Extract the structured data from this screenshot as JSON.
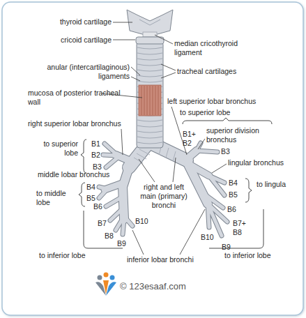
{
  "diagram": {
    "labels": [
      "thyroid cartilage",
      "cricoid cartilage",
      "median cricothyroid ligament",
      "anular (intercartilaginous) ligaments",
      "tracheal cartilages",
      "mucosa of posterior tracheal wall",
      "left superior lobar bronchus",
      "to superior lobe",
      "right superior lobar bronchus",
      "to superior lobe",
      "B1",
      "B2",
      "B3",
      "B1+ B2",
      "superior division bronchus",
      "B3",
      "lingular bronchus",
      "middle lobar bronchus",
      "B4",
      "B5",
      "to middle lobe",
      "B4",
      "B5",
      "to lingula",
      "right and left main (primary) bronchi",
      "B6",
      "B7",
      "B8",
      "B9",
      "B10",
      "B6",
      "B7+ B8",
      "B10",
      "B9",
      "inferior lobar bronchi",
      "to inferior lobe",
      "to inferior lobe",
      "© 123esaaf.com"
    ]
  }
}
